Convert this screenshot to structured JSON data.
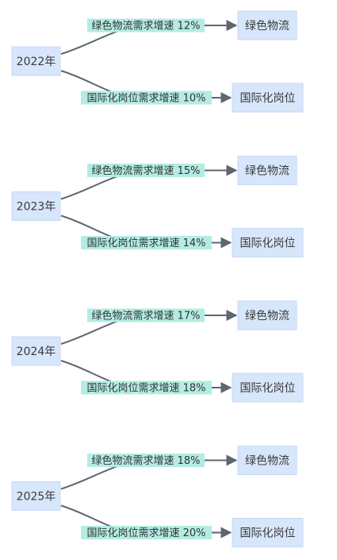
{
  "groups": [
    {
      "year": "2022年",
      "edges": [
        {
          "label": "绿色物流需求增速 12%",
          "target": "绿色物流"
        },
        {
          "label": "国际化岗位需求增速 10%",
          "target": "国际化岗位"
        }
      ]
    },
    {
      "year": "2023年",
      "edges": [
        {
          "label": "绿色物流需求增速 15%",
          "target": "绿色物流"
        },
        {
          "label": "国际化岗位需求增速 14%",
          "target": "国际化岗位"
        }
      ]
    },
    {
      "year": "2024年",
      "edges": [
        {
          "label": "绿色物流需求增速 17%",
          "target": "绿色物流"
        },
        {
          "label": "国际化岗位需求增速 18%",
          "target": "国际化岗位"
        }
      ]
    },
    {
      "year": "2025年",
      "edges": [
        {
          "label": "绿色物流需求增速 18%",
          "target": "绿色物流"
        },
        {
          "label": "国际化岗位需求增速 20%",
          "target": "国际化岗位"
        }
      ]
    }
  ],
  "colors": {
    "node_fill": "#d7e6fb",
    "edge_label_bg": "#b3ece3",
    "edge_line": "#5e6670"
  }
}
